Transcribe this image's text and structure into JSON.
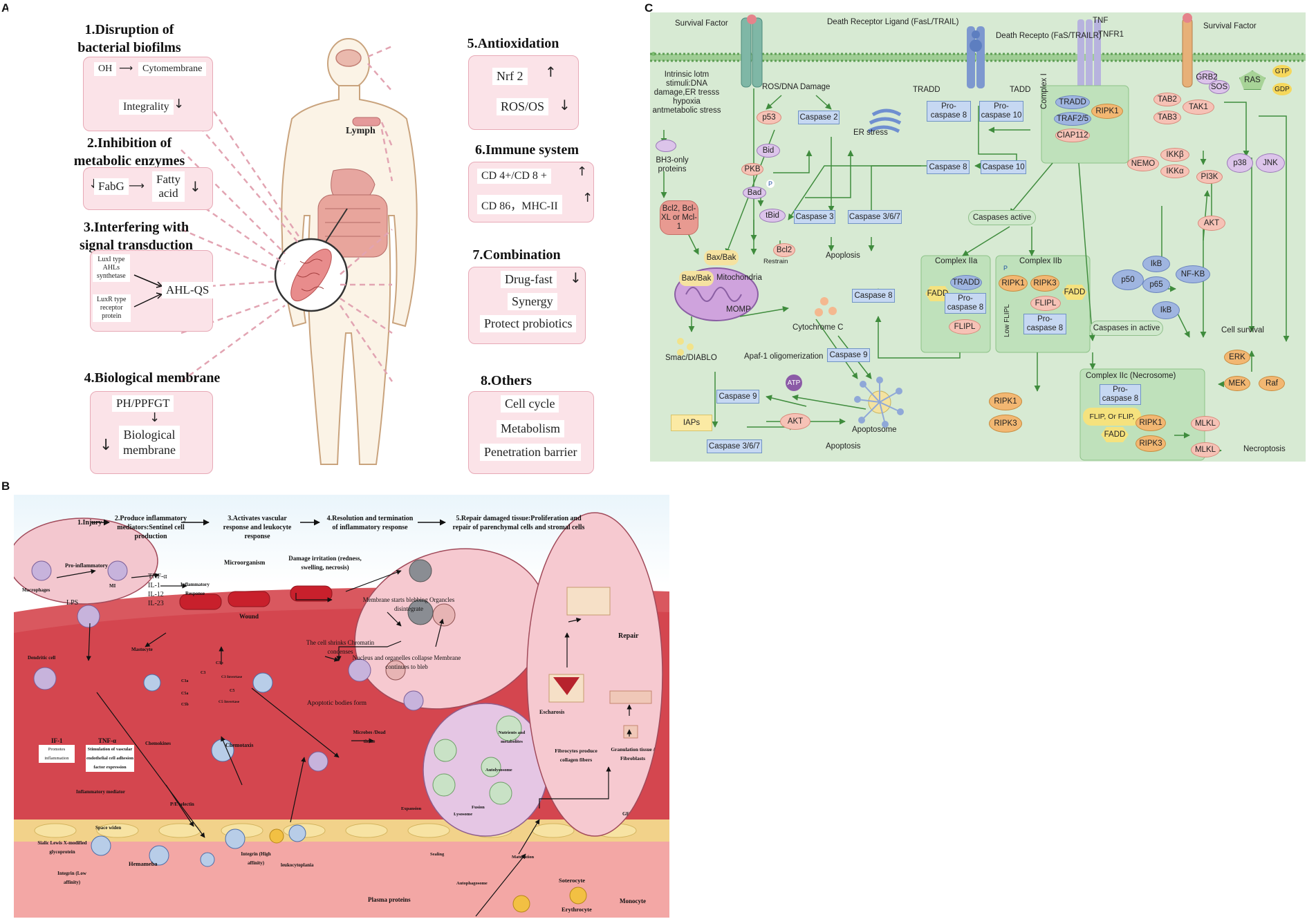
{
  "panels": {
    "a": "A",
    "b": "B",
    "c": "C"
  },
  "panel_a": {
    "body_labels": {
      "lymph": "Lymph"
    },
    "s1": {
      "title1": "1.Disruption of",
      "title2": "bacterial biofilms",
      "oh": "OH",
      "cyto": "Cytomembrane",
      "integ": "Integrality"
    },
    "s2": {
      "title1": "2.Inhibition of",
      "title2": "metabolic enzymes",
      "fabg": "FabG",
      "fatty": "Fatty",
      "acid": "acid"
    },
    "s3": {
      "title1": "3.Interfering with",
      "title2": "signal transduction",
      "luxi1": "LuxI type",
      "luxi2": "AHLs",
      "luxi3": "synthetase",
      "luxr1": "LuxR type",
      "luxr2": "receptor",
      "luxr3": "protein",
      "ahl": "AHL-QS"
    },
    "s4": {
      "title": "4.Biological membrane",
      "ph": "PH/PPFGT",
      "bio1": "Biological",
      "bio2": "membrane"
    },
    "s5": {
      "title": "5.Antioxidation",
      "nrf": "Nrf 2",
      "ros": "ROS/OS"
    },
    "s6": {
      "title": "6.Immune system",
      "cd4": "CD 4+/CD 8 +",
      "cd86": "CD 86，MHC-II"
    },
    "s7": {
      "title": "7.Combination",
      "drug": "Drug-fast",
      "syn": "Synergy",
      "prot": "Protect probiotics"
    },
    "s8": {
      "title": "8.Others",
      "cell": "Cell cycle",
      "met": "Metabolism",
      "pen": "Penetration barrier"
    }
  },
  "panel_b": {
    "steps": [
      "1.Injury",
      "2.Produce inflammatory mediators:Sentinel cell production",
      "3.Activates vascular response and leukocyte response",
      "4.Resolution and termination of inflammatory response",
      "5.Repair damaged tissue:Proliferation and repair of parenchymal cells and stromal cells"
    ],
    "labels": {
      "proinf": "Pro-inflammatory",
      "macro": "Macrophages",
      "lps": "LPS",
      "m1": "MI",
      "tnf": "TNF-α",
      "il1": "IL-1",
      "il12": "IL-12",
      "il23": "IL-23",
      "infresp": "Inflammatory Response",
      "micro": "Microorganism",
      "damage": "Damage irritation (redness, swelling, necrosis)",
      "wound": "Wound",
      "blebb": "Membrane starts blebbing Organcles disintegrate",
      "shrink": "The cell shrinks Chromatin condenses",
      "nucleus": "Nucleus and organelles collapse Membrane continues to bleb",
      "apopt": "Apoptotic bodies form",
      "repair": "Repair",
      "escharosis": "Escharosis",
      "fibro": "Fibrocytes produce collagen fibers",
      "granul": "Granulation tissue / Fibroblasts",
      "gf": "GF",
      "dendritic": "Dendritic cell",
      "mastocyte": "Mastocyte",
      "c3": "C3",
      "c3a": "C3a",
      "c3b": "C3b",
      "c5": "C5",
      "c5a": "C5a",
      "c5b": "C5b",
      "c3conv": "C3 Invertase",
      "c5conv": "C5 Invertase",
      "chemokines": "Chemokines",
      "chemotaxis": "Chemotaxis",
      "microbes": "Microbes /Dead tissue",
      "nutrients": "Nutrients and metabolites",
      "autolysosome": "Autolysosome",
      "lysosome": "Lysosome",
      "fusion": "Fusion",
      "expansion": "Expansion",
      "sealing": "Sealing",
      "maturation": "Maturation",
      "autophagosome": "Autophagosome",
      "if1": "IF-1",
      "promotes": "Promotes inflammation",
      "tnfa": "TNF-α",
      "stim": "Stimulation of vascular endothelial cell adhesion factor expression",
      "mediator": "Inflammatory mediator",
      "pe": "P/E selectin",
      "space": "Space widen",
      "sialic": "Sialic Lewis X-modified glycoprotein",
      "integrin_low": "Integrin (Low affinity)",
      "hemameba": "Hemameba",
      "integrin_high": "Integrin (High affinity)",
      "leuko": "leukocytoplania",
      "plasma": "Plasma proteins",
      "soterocyte": "Soterocyte",
      "erythro": "Erythrocyte",
      "monocyte": "Monocyte"
    }
  },
  "panel_c": {
    "survival1": "Survival Factor",
    "survival2": "Survival Factor",
    "drl": "Death Receptor Ligand (FasL/TRAIL)",
    "dr": "Death Recepto (FaS/TRAILR)",
    "tnf": "TNF",
    "tnfr1": "TNFR1",
    "intrinsic": "Intrinsic lotm stimuli:DNA damage,ER tresss hypoxia antmetabolic stress",
    "rosdna": "ROS/DNA Damage",
    "tradd1": "TRADD",
    "tadd": "TADD",
    "procasp8": "Pro-caspase 8",
    "procasp10": "Pro-caspase 10",
    "complex1": "Complex I",
    "tradd2": "TRADD",
    "traf": "TRAF2/5",
    "ciap": "CIAP112",
    "ripk1": "RIPK1",
    "tab2": "TAB2",
    "tab3": "TAB3",
    "tak1": "TAK1",
    "grb2": "GRB2",
    "sos": "SOS",
    "ras": "RAS",
    "gtp": "GTP",
    "gdp": "GDP",
    "p53": "p53",
    "casp2": "Caspase 2",
    "erstress": "ER stress",
    "bh3": "BH3-only proteins",
    "bid": "Bid",
    "pkb": "PKB",
    "p": "P",
    "bad": "Bad",
    "tbid": "tBid",
    "casp8a": "Caspase 8",
    "casp10": "Caspase 10",
    "ikkb": "IKKβ",
    "nemo": "NEMO",
    "ikka": "IKKα",
    "p38": "p38",
    "jnk": "JNK",
    "pi3k": "PI3K",
    "akt1": "AKT",
    "bcl2fam": "Bcl2, Bcl-XL or Mcl-1",
    "bax1": "Bax/Bak",
    "bax2": "Bax/Bak",
    "mito": "Mitochondria",
    "bcl2": "Bcl2",
    "restrain": "Restrain",
    "casp3": "Caspase 3",
    "casp367a": "Caspase 3/6/7",
    "apoplosis": "Apoplosis",
    "caspact": "Caspases active",
    "cplx2a": "Complex IIa",
    "tradd3": "TRADD",
    "fadd1": "FADD",
    "procasp8b": "Pro-caspase 8",
    "flipl1": "FLIPL",
    "cplx2b": "Complex IIb",
    "ripk1b": "RIPK1",
    "ripk3": "RIPK3",
    "fadd2": "FADD",
    "flipl2": "FLIPL",
    "lowflipl": "Low FLIPL",
    "procasp8c": "Pro-caspase 8",
    "p50": "p50",
    "ikb1": "IkB",
    "p65": "p65",
    "nfkb": "NF-KB",
    "ikb2": "IkB",
    "casp8b": "Caspase 8",
    "momp": "MOMP",
    "cytc": "Cytochrome C",
    "casp_inactive": "Caspases in active",
    "cellsurv": "Cell survival",
    "apaf": "Apaf-1 oligomerization",
    "casp9a": "Caspase 9",
    "smac": "Smac/DIABLO",
    "atp": "ATP",
    "casp9b": "Caspase 9",
    "akt2": "AKT",
    "apoptosome": "Apoptosome",
    "iaps": "IAPs",
    "casp367b": "Caspase 3/6/7",
    "apoptosis": "Apoptosis",
    "ripk1c": "RIPK1",
    "ripk3b": "RIPK3",
    "cplx2c": "Complex IIc (Necrosome)",
    "procasp8d": "Pro-caspase 8",
    "flip": "FLIP, Or FLIP,",
    "fadd3": "FADD",
    "ripk1d": "RIPK1",
    "ripk3c": "RIPK3",
    "mlkl1": "MLKL",
    "mlkl2": "MLKL",
    "necro": "Necroptosis",
    "erk": "ERK",
    "mek": "MEK",
    "raf": "Raf"
  },
  "colors": {
    "pink_box": "#fbe3e8",
    "pink_border": "#e7a9b6",
    "c_bg": "#d7ead3",
    "c_node_blue": "#c6d8f2",
    "c_arrow": "#3f8c3d"
  }
}
